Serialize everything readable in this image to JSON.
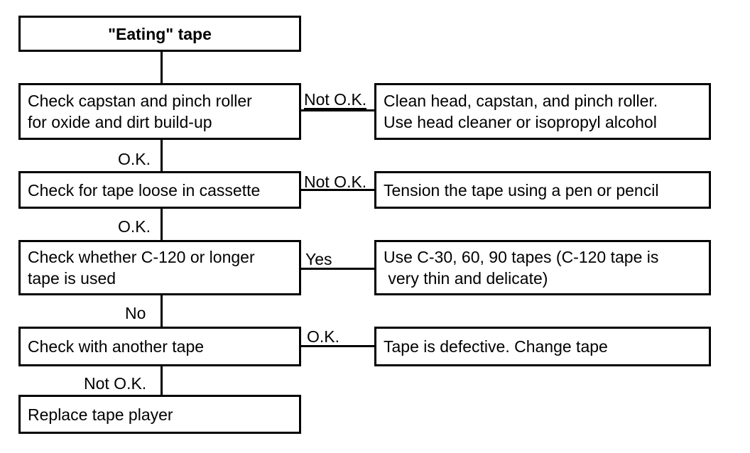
{
  "nodes": {
    "start": {
      "lines": [
        "\"Eating\" tape"
      ]
    },
    "check_capstan": {
      "lines": [
        "Check capstan and pinch roller",
        "for oxide and dirt build-up"
      ]
    },
    "clean_head": {
      "lines": [
        "Clean head, capstan, and pinch roller.",
        "Use head cleaner or isopropyl alcohol"
      ]
    },
    "check_loose": {
      "lines": [
        "Check for tape loose in cassette"
      ]
    },
    "tension_tape": {
      "lines": [
        "Tension the tape using a pen or pencil"
      ]
    },
    "check_c120": {
      "lines": [
        "Check whether C-120 or longer",
        "tape is used"
      ]
    },
    "use_shorter": {
      "lines": [
        "Use C-30, 60, 90 tapes (C-120 tape is",
        " very thin and delicate)"
      ]
    },
    "check_another": {
      "lines": [
        "Check with another tape"
      ]
    },
    "defective": {
      "lines": [
        "Tape is defective. Change tape"
      ]
    },
    "replace_player": {
      "lines": [
        "Replace tape player"
      ]
    }
  },
  "edge_labels": {
    "capstan_not_ok": "Not O.K.",
    "capstan_ok": "O.K.",
    "loose_not_ok": "Not O.K.",
    "loose_ok": "O.K.",
    "c120_yes": "Yes",
    "c120_no": "No",
    "another_ok": "O.K.",
    "another_not_ok": "Not O.K."
  }
}
